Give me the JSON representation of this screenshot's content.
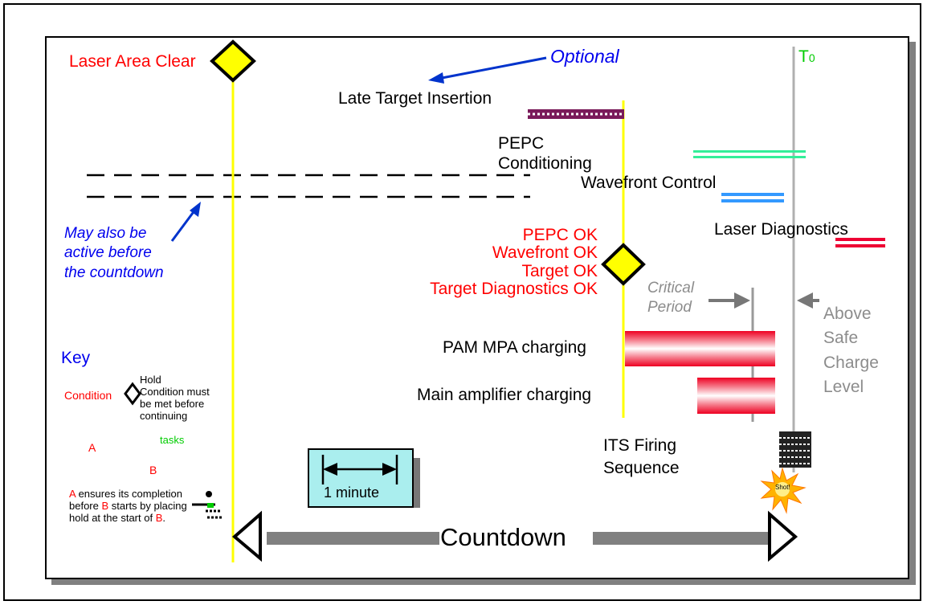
{
  "labels": {
    "laser_area_clear": "Laser Area Clear",
    "optional": "Optional",
    "late_target_insertion": "Late Target Insertion",
    "pepc_conditioning_1": "PEPC",
    "pepc_conditioning_2": "Conditioning",
    "wavefront_control": "Wavefront Control",
    "laser_diagnostics": "Laser Diagnostics",
    "t0_main": "T",
    "t0_sub": "0",
    "may_also_1": "May also be",
    "may_also_2": "active before",
    "may_also_3": "the countdown",
    "pepc_ok": "PEPC OK",
    "wavefront_ok": "Wavefront OK",
    "target_ok": "Target OK",
    "target_diag_ok": "Target Diagnostics OK",
    "critical_1": "Critical",
    "critical_2": "Period",
    "above_1": "Above",
    "above_2": "Safe",
    "above_3": "Charge",
    "above_4": "Level",
    "pam_mpa": "PAM MPA charging",
    "main_amp": "Main amplifier charging",
    "its_1": "ITS Firing",
    "its_2": "Sequence",
    "shot": "Shot!",
    "one_minute": "1 minute",
    "countdown": "Countdown"
  },
  "key": {
    "title": "Key",
    "condition": "Condition",
    "hold_1": "Hold",
    "hold_2": "Condition must",
    "hold_3": "be met before",
    "hold_4": "continuing",
    "tasks": "tasks",
    "a": "A",
    "b": "B",
    "note_a": "A",
    "note_1": " ensures its completion",
    "note_2": "before ",
    "note_b": "B",
    "note_3": " starts by placing",
    "note_4": "hold at the start of ",
    "note_b2": "B",
    "note_dot": "."
  },
  "colors": {
    "condition": "#ff0000",
    "optional_arrow": "#0033cc",
    "marker_line": "#ffff00",
    "t0_line": "#b0b0b0",
    "countdown_bar": "#808080",
    "wavefront_bar": "#3399ff",
    "pepc_bar": "#33ee99",
    "laser_diag_bar": "#ee0033"
  }
}
